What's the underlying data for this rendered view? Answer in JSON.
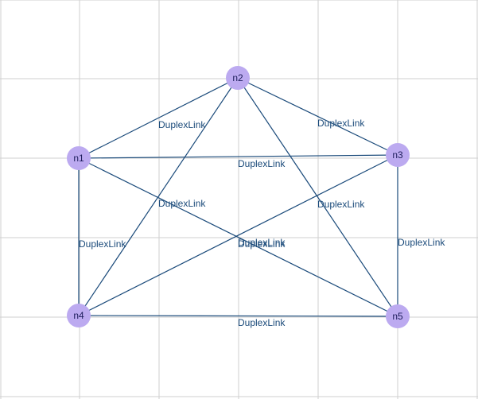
{
  "colors": {
    "link": "#1a4a7a",
    "link_label": "#1a4a7a",
    "node_fill": "#bcaaf0",
    "grid": "#cfcfcf",
    "background": "#ffffff"
  },
  "nodes": [
    {
      "id": "n1",
      "label": "n1"
    },
    {
      "id": "n2",
      "label": "n2"
    },
    {
      "id": "n3",
      "label": "n3"
    },
    {
      "id": "n4",
      "label": "n4"
    },
    {
      "id": "n5",
      "label": "n5"
    }
  ],
  "links": [
    {
      "from": "n1",
      "to": "n2",
      "label": "DuplexLink"
    },
    {
      "from": "n2",
      "to": "n3",
      "label": "DuplexLink"
    },
    {
      "from": "n1",
      "to": "n3",
      "label": "DuplexLink"
    },
    {
      "from": "n2",
      "to": "n4",
      "label": "DuplexLink"
    },
    {
      "from": "n2",
      "to": "n5",
      "label": "DuplexLink"
    },
    {
      "from": "n1",
      "to": "n4",
      "label": "DuplexLink"
    },
    {
      "from": "n1",
      "to": "n5",
      "label": "DuplexLink"
    },
    {
      "from": "n3",
      "to": "n4",
      "label": "DuplexLink"
    },
    {
      "from": "n3",
      "to": "n5",
      "label": "DuplexLink"
    },
    {
      "from": "n4",
      "to": "n5",
      "label": "DuplexLink"
    }
  ]
}
